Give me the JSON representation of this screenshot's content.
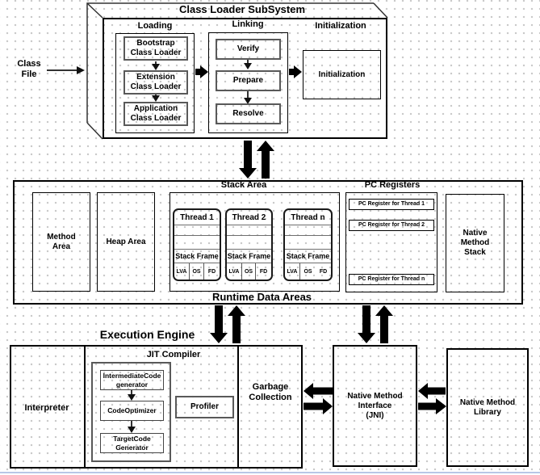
{
  "class_loader": {
    "title": "Class Loader SubSystem",
    "class_file": {
      "line1": "Class",
      "line2": "File"
    },
    "sections": {
      "loading": {
        "label": "Loading",
        "boxes": [
          {
            "line1": "Bootstrap",
            "line2": "Class Loader"
          },
          {
            "line1": "Extension",
            "line2": "Class Loader"
          },
          {
            "line1": "Application",
            "line2": "Class Loader"
          }
        ]
      },
      "linking": {
        "label": "Linking",
        "boxes": [
          "Verify",
          "Prepare",
          "Resolve"
        ]
      },
      "initialization": {
        "label": "Initialization",
        "box": "Initialization"
      }
    }
  },
  "runtime": {
    "title": "Runtime Data Areas",
    "method_area": {
      "line1": "Method",
      "line2": "Area"
    },
    "heap_area": "Heap Area",
    "stack_area": {
      "label": "Stack Area",
      "threads": [
        {
          "title": "Thread 1",
          "frame": "Stack Frame",
          "cells": [
            "LVA",
            "OS",
            "FD"
          ]
        },
        {
          "title": "Thread 2",
          "frame": "Stack Frame",
          "cells": [
            "LVA",
            "OS",
            "FD"
          ]
        },
        {
          "title": "Thread n",
          "frame": "Stack Frame",
          "cells": [
            "LVA",
            "OS",
            "FD"
          ]
        }
      ]
    },
    "pc_registers": {
      "label": "PC Registers",
      "items": [
        "PC Register for Thread 1",
        "PC Register for Thread 2",
        "PC Register for Thread n"
      ]
    },
    "native_method_stack": {
      "line1": "Native",
      "line2": "Method",
      "line3": "Stack"
    }
  },
  "execution": {
    "title": "Execution Engine",
    "interpreter": "Interpreter",
    "jit": {
      "label": "JIT Compiler",
      "boxes": [
        {
          "line1": "IntermediateCode",
          "line2": "generator"
        },
        {
          "line1": "CodeOptimizer",
          "line2": ""
        },
        {
          "line1": "TargetCode",
          "line2": "Generator"
        }
      ],
      "profiler": "Profiler"
    },
    "garbage_collection": {
      "line1": "Garbage",
      "line2": "Collection"
    },
    "jni": {
      "line1": "Native Method",
      "line2": "Interface",
      "line3": "(JNI)"
    },
    "native_library": {
      "line1": "Native Method",
      "line2": "Library"
    }
  },
  "colors": {
    "accent_strip": "#b8c7e6",
    "dot_grid": "#c8c8c8",
    "arrow": "#000000"
  }
}
